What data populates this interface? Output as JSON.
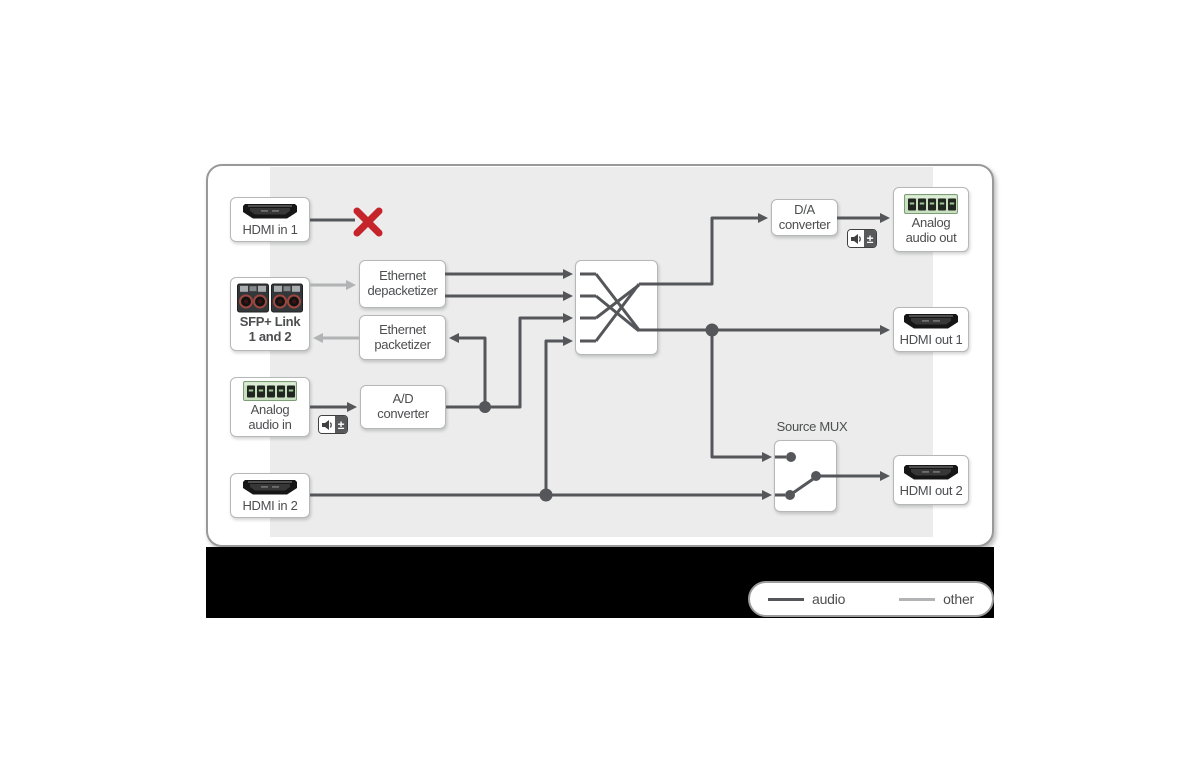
{
  "diagram": {
    "blocks": {
      "hdmi_in_1": {
        "label": "HDMI in 1"
      },
      "sfp_link": {
        "line1": "SFP+ Link",
        "line2": "1 and 2"
      },
      "analog_audio_in": {
        "line1": "Analog",
        "line2": "audio in"
      },
      "hdmi_in_2": {
        "label": "HDMI in 2"
      },
      "ethernet_depacketizer": {
        "line1": "Ethernet",
        "line2": "depacketizer"
      },
      "ethernet_packetizer": {
        "line1": "Ethernet",
        "line2": "packetizer"
      },
      "ad_converter": {
        "line1": "A/D",
        "line2": "converter"
      },
      "da_converter": {
        "line1": "D/A",
        "line2": "converter"
      },
      "analog_audio_out": {
        "line1": "Analog",
        "line2": "audio out"
      },
      "hdmi_out_1": {
        "label": "HDMI out 1"
      },
      "source_mux": {
        "label": "Source MUX"
      },
      "hdmi_out_2": {
        "label": "HDMI out 2"
      }
    },
    "volume_control": {
      "symbol": "±"
    },
    "icons": {
      "hdmi": "hdmi-connector-icon",
      "sfp": "sfp-fiber-ports-icon",
      "phoenix": "captive-screw-connector-icon",
      "volume": "volume-adjust-icon",
      "crossbar": "matrix-switch-icon",
      "mux": "switch-icon",
      "error": "disconnected-x-icon"
    },
    "colors": {
      "audio_line": "#55565A",
      "other_line": "#B1B3B5",
      "disconnected_x": "#C5242B",
      "device_panel": "#EBECEB",
      "connector_green": "#C8E0C0",
      "label_text": "#4D4E50"
    }
  },
  "legend": {
    "items": [
      {
        "label": "audio",
        "color": "#55565A"
      },
      {
        "label": "other",
        "color": "#B1B3B5"
      }
    ]
  }
}
